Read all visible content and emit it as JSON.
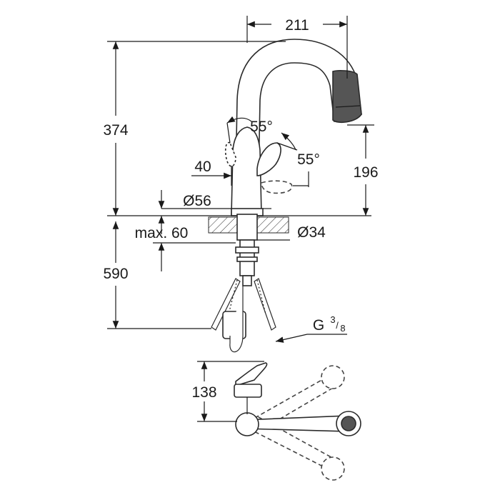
{
  "dimensions": {
    "width_top": "211",
    "height_total": "374",
    "spout_height": "196",
    "handle_offset": "40",
    "base_diameter": "Ø56",
    "hole_diameter": "Ø34",
    "max_thickness": "max. 60",
    "hose_length": "590",
    "handle_angle_top": "55°",
    "handle_angle_side": "55°",
    "thread_prefix": "G",
    "thread_num": "3",
    "thread_den": "8",
    "plan_depth": "138"
  },
  "colors": {
    "line": "#1a1a1a",
    "fill": "#ffffff",
    "dark": "#555555"
  }
}
